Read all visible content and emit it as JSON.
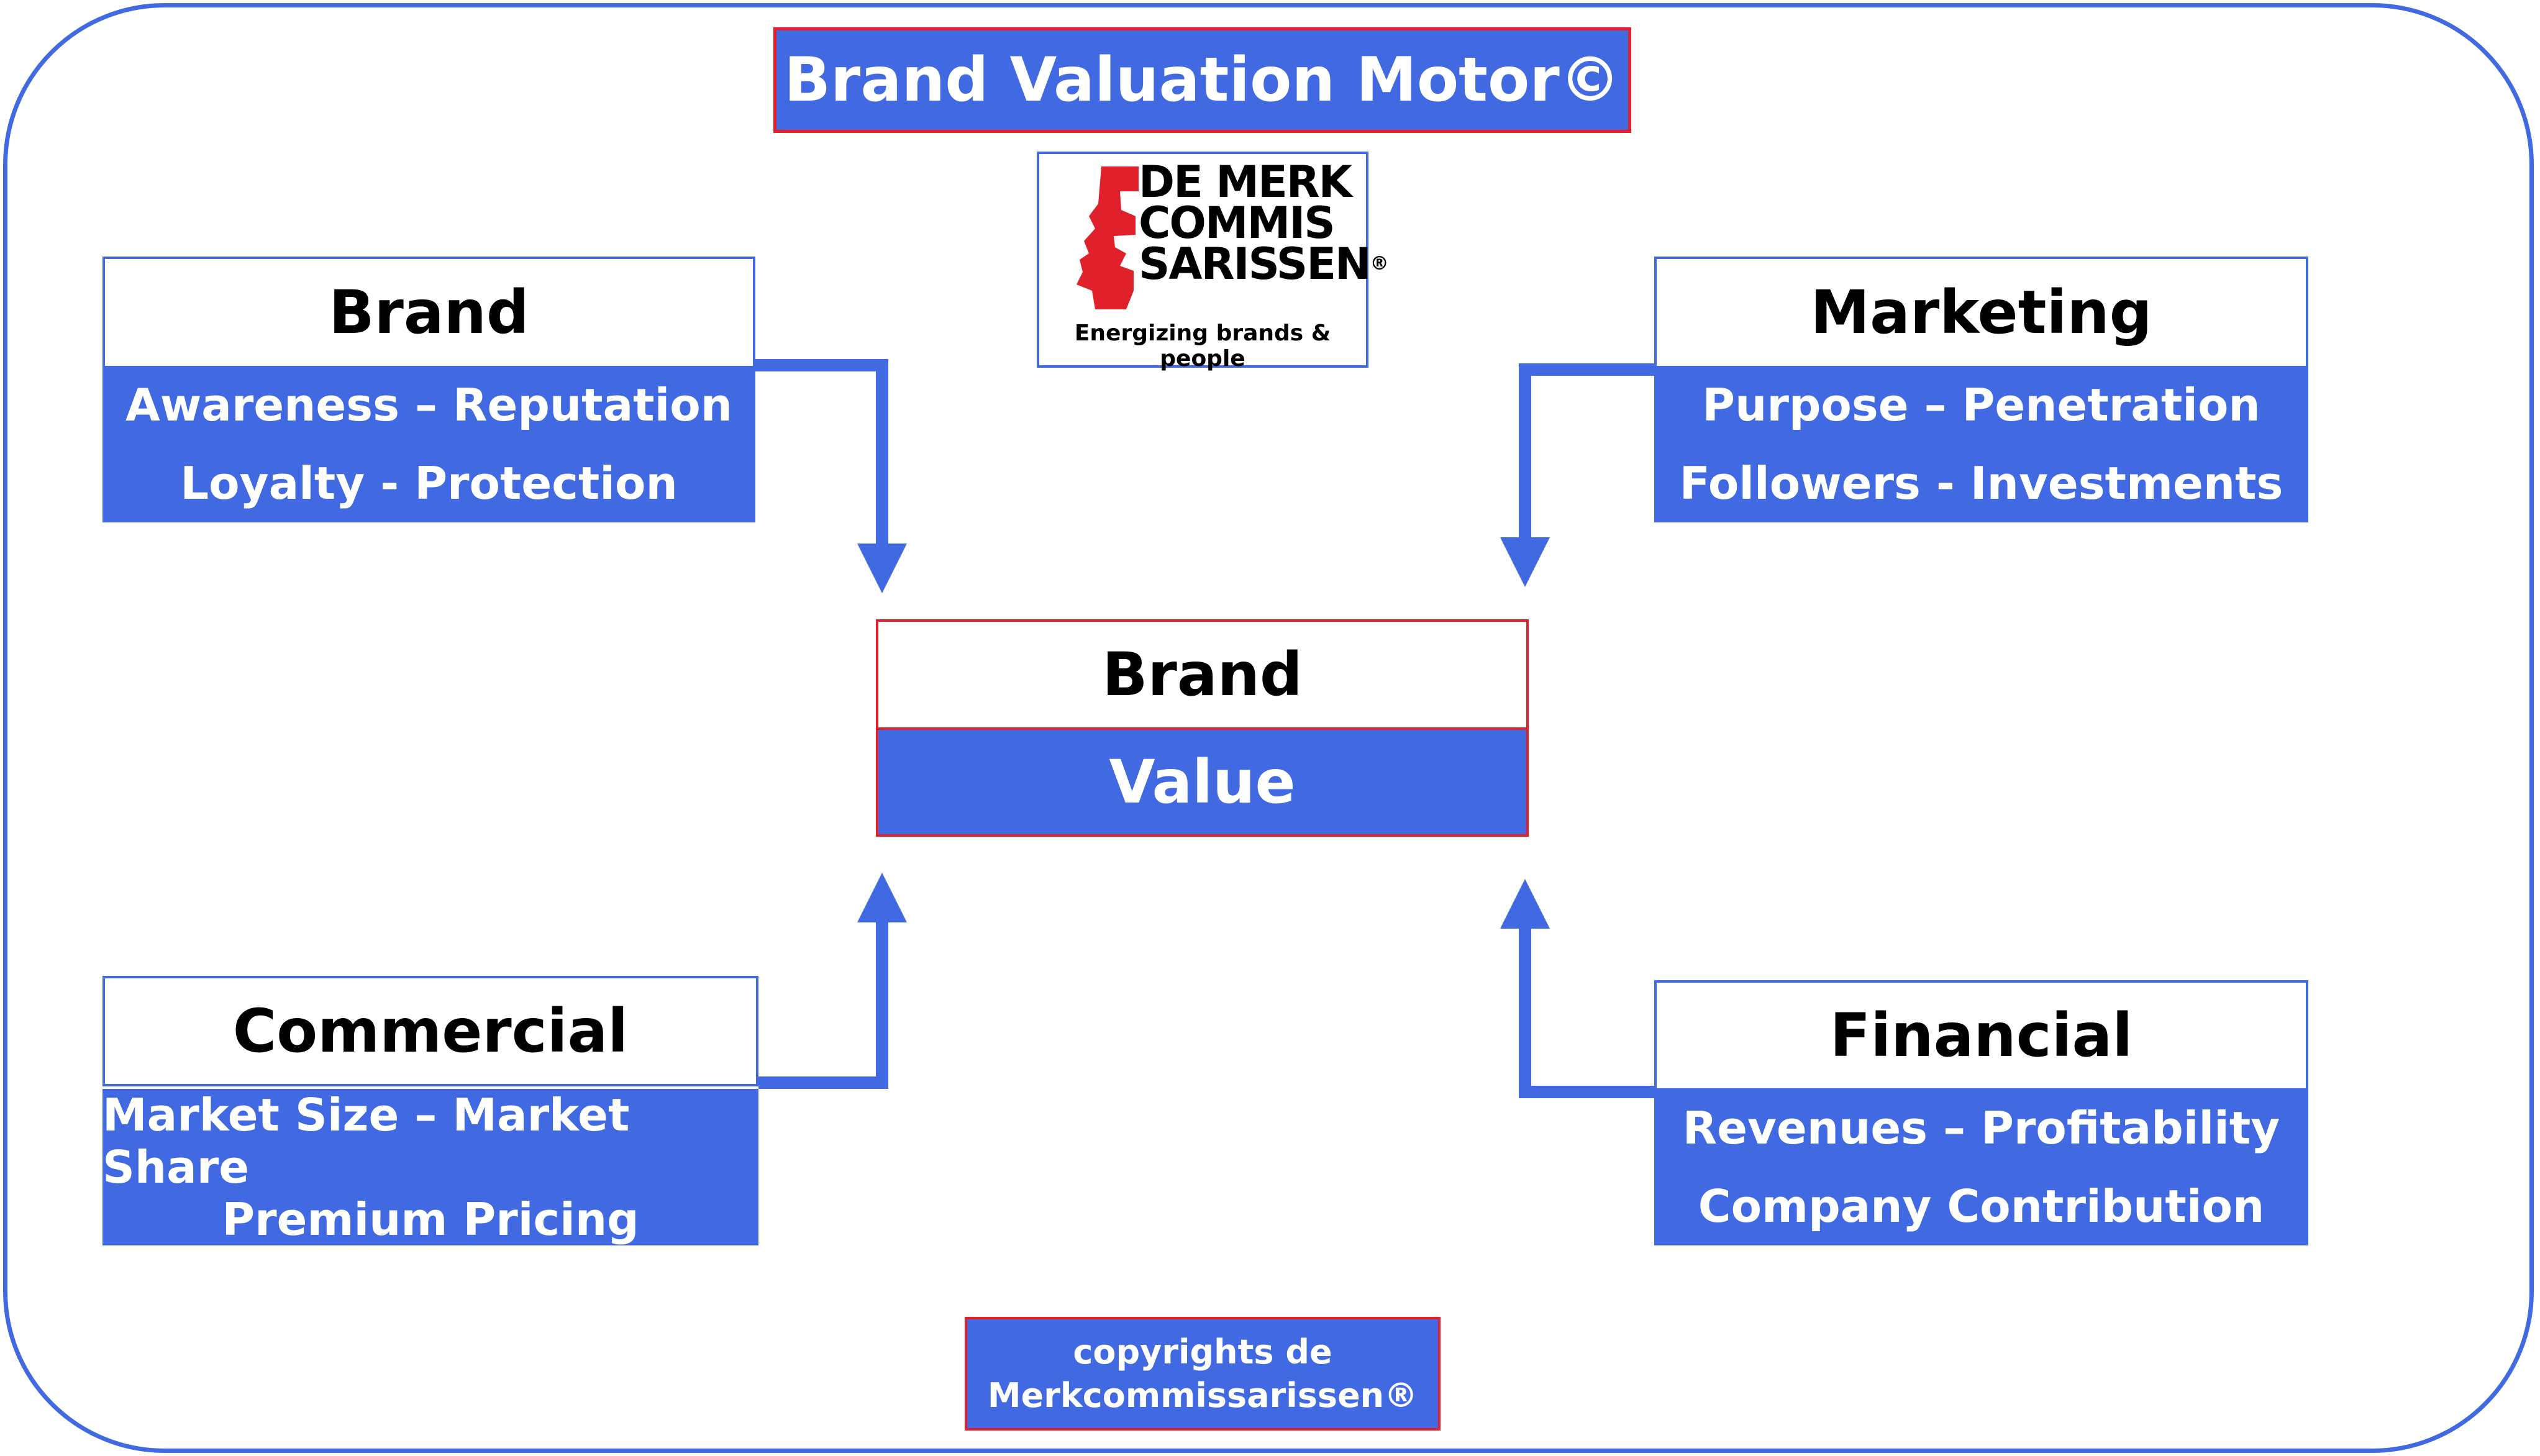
{
  "title": "Brand Valuation Motor©",
  "logo": {
    "lines": [
      "DE MERK",
      "COMMIS",
      "SARISSEN"
    ],
    "registered": "®",
    "tagline": "Energizing brands & people"
  },
  "cards": {
    "brand": {
      "title": "Brand",
      "line1": "Awareness – Reputation",
      "line2": "Loyalty - Protection"
    },
    "marketing": {
      "title": "Marketing",
      "line1": "Purpose – Penetration",
      "line2": "Followers - Investments"
    },
    "commercial": {
      "title": "Commercial",
      "line1": "Market Size – Market Share",
      "line2": "Premium Pricing"
    },
    "financial": {
      "title": "Financial",
      "line1": "Revenues – Profitability",
      "line2": "Company Contribution"
    }
  },
  "center": {
    "title": "Brand",
    "value": "Value"
  },
  "footer": {
    "line1": "copyrights de",
    "line2": "Merkcommissarissen®"
  },
  "colors": {
    "accent": "#4169e1",
    "border_red": "#e0202a",
    "logo_red": "#e0202a"
  }
}
